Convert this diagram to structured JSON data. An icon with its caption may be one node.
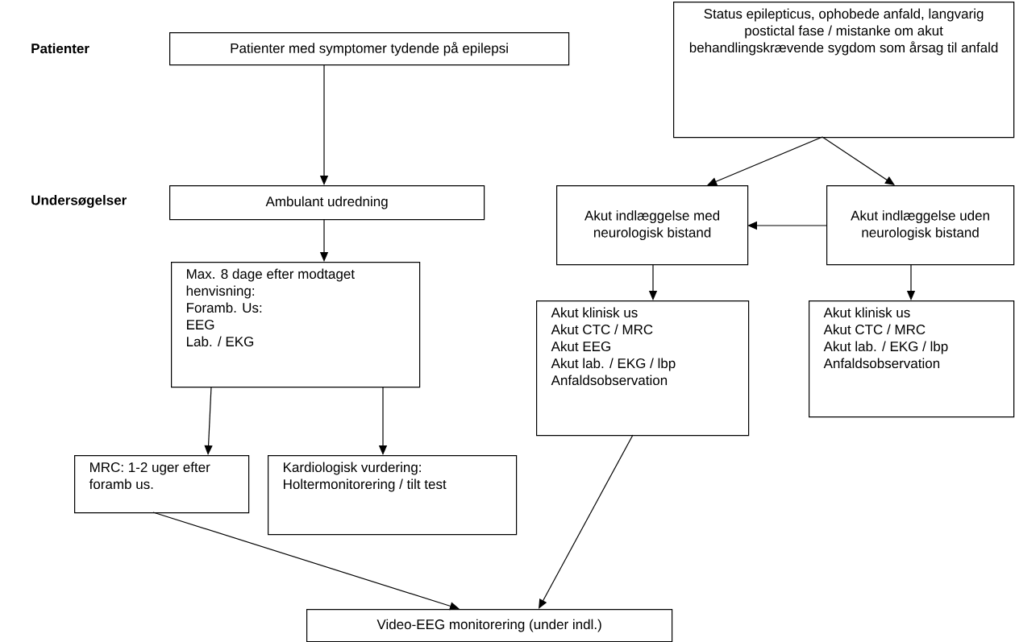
{
  "diagram": {
    "nodes": [
      {
        "text": [
          "Patienter med symptomer tydende på epilepsi"
        ]
      },
      {
        "text": [
          "Status epilepticus, ophobede anfald, langvarig postictal fase / mistanke om akut behandlingskrævende sygdom som årsag til anfald"
        ]
      },
      {
        "text": [
          "Ambulant udredning"
        ]
      },
      {
        "text": [
          "Akut indlæggelse med neurologisk bistand"
        ]
      },
      {
        "text": [
          "Akut indlæggelse uden neurologisk bistand"
        ]
      },
      {
        "text": [
          "Max. 8 dage efter modtaget henvisning:",
          "Foramb. Us:",
          "EEG",
          "Lab. / EKG"
        ]
      },
      {
        "text": [
          "Akut klinisk us",
          "Akut CTC / MRC",
          "Akut EEG",
          "Akut lab. / EKG / lbp",
          "Anfaldsobservation"
        ]
      },
      {
        "text": [
          "Akut klinisk us",
          "Akut CTC / MRC",
          "Akut lab. / EKG / lbp",
          "Anfaldsobservation"
        ]
      },
      {
        "text": [
          "MRC: 1-2 uger efter foramb us."
        ]
      },
      {
        "text": [
          "Kardiologisk vurdering: Holtermonitorering / tilt test"
        ]
      },
      {
        "text": [
          "Video-EEG monitorering (under indl.)"
        ]
      }
    ],
    "edges": [
      {
        "from": 0,
        "to": 2,
        "arrow": "to"
      },
      {
        "from": 1,
        "to": 3,
        "arrow": "to"
      },
      {
        "from": 1,
        "to": 4,
        "arrow": "to"
      },
      {
        "from": 4,
        "to": 3,
        "arrow": "to"
      },
      {
        "from": 2,
        "to": 5,
        "arrow": "to"
      },
      {
        "from": 3,
        "to": 6,
        "arrow": "to"
      },
      {
        "from": 4,
        "to": 7,
        "arrow": "to"
      },
      {
        "from": 5,
        "to": 8,
        "arrow": "to"
      },
      {
        "from": 5,
        "to": 9,
        "arrow": "to"
      },
      {
        "from": 8,
        "to": 10,
        "arrow": "to"
      },
      {
        "from": 6,
        "to": 10,
        "arrow": "to"
      }
    ],
    "labels": [
      "Patienter",
      "Undersøgelser"
    ]
  }
}
